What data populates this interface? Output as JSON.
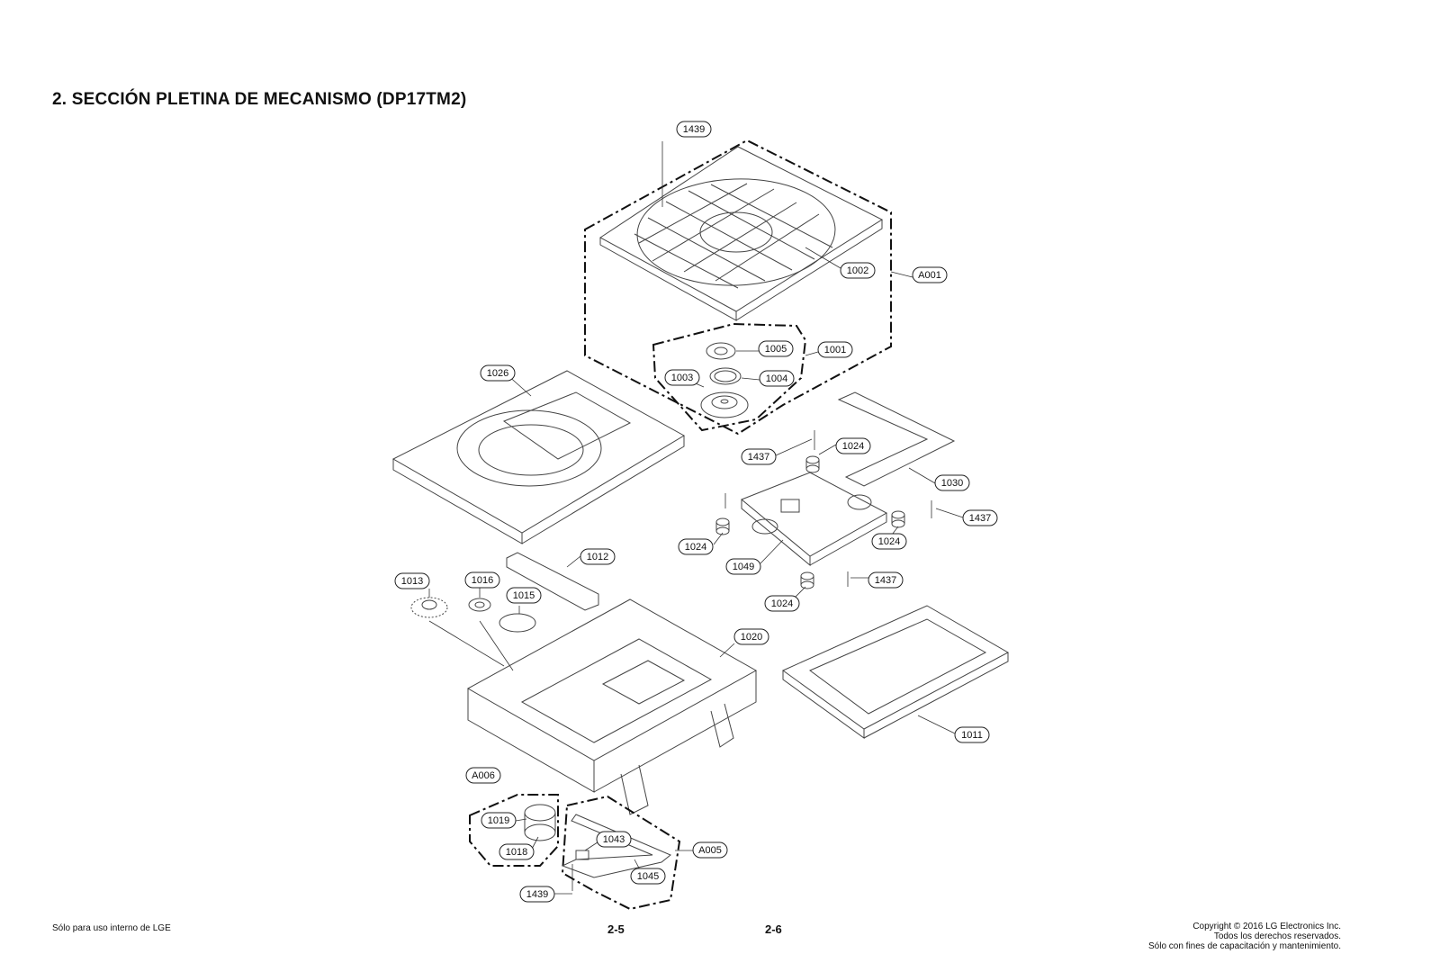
{
  "title": "2. SECCIÓN PLETINA DE MECANISMO (DP17TM2)",
  "labels": {
    "p1439a": "1439",
    "p1002": "1002",
    "pA001": "A001",
    "p1005": "1005",
    "p1001": "1001",
    "p1003": "1003",
    "p1004": "1004",
    "p1026": "1026",
    "p1024a": "1024",
    "p1437a": "1437",
    "p1030": "1030",
    "p1437b": "1437",
    "p1024b": "1024",
    "p1024c": "1024",
    "p1049": "1049",
    "p1437c": "1437",
    "p1024d": "1024",
    "p1012": "1012",
    "p1013": "1013",
    "p1016": "1016",
    "p1015": "1015",
    "p1020": "1020",
    "p1011": "1011",
    "pA006": "A006",
    "p1019": "1019",
    "p1018": "1018",
    "p1043": "1043",
    "pA005": "A005",
    "p1045": "1045",
    "p1439b": "1439"
  },
  "footer": {
    "left": "Sólo para uso interno de LGE",
    "page_left": "2-5",
    "page_right": "2-6",
    "copyright_line1": "Copyright © 2016 LG Electronics Inc.",
    "copyright_line2": "Todos los derechos reservados.",
    "copyright_line3": "Sólo con fines de capacitación y mantenimiento."
  }
}
